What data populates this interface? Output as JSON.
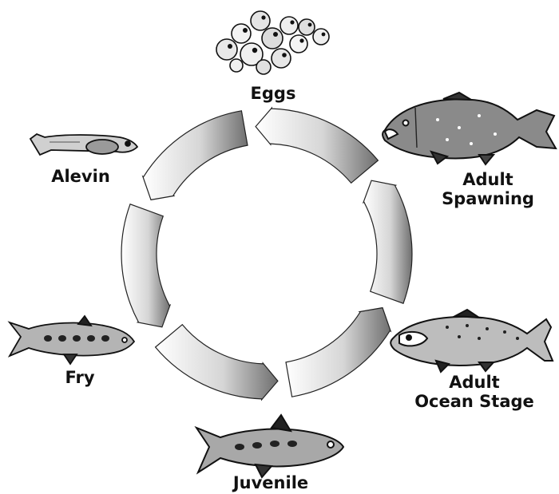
{
  "diagram": {
    "stages": [
      {
        "id": "eggs",
        "lines": [
          "Eggs"
        ]
      },
      {
        "id": "adult-spawning",
        "lines": [
          "Adult",
          "Spawning"
        ]
      },
      {
        "id": "adult-ocean",
        "lines": [
          "Adult",
          "Ocean Stage"
        ]
      },
      {
        "id": "juvenile",
        "lines": [
          "Juvenile"
        ]
      },
      {
        "id": "fry",
        "lines": [
          "Fry"
        ]
      },
      {
        "id": "alevin",
        "lines": [
          "Alevin"
        ]
      }
    ]
  }
}
